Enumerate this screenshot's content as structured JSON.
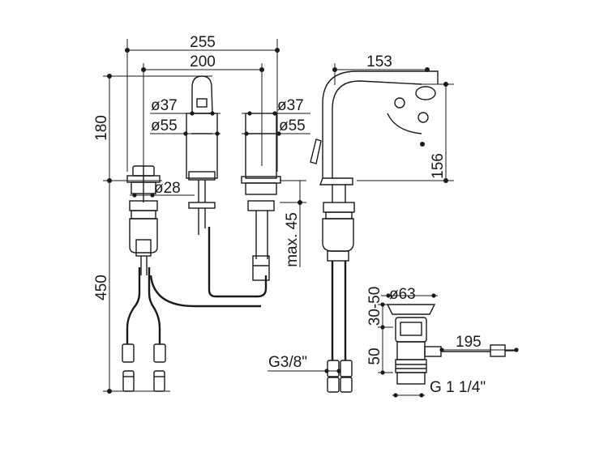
{
  "dimensions": {
    "total_width": "255",
    "center_distance": "200",
    "spout_reach": "153",
    "spout_height": "156",
    "body_height": "180",
    "pipe_length": "450",
    "handle_base_dia": "ø28",
    "left_valve_dia_top": "ø37",
    "left_valve_dia_base": "ø55",
    "right_valve_dia_top": "ø37",
    "right_valve_dia_base": "ø55",
    "max_deck": "max. 45",
    "waste_dia": "ø63",
    "waste_adjust": "30-50",
    "waste_body": "50",
    "rod_length": "195",
    "hose_thread": "G3/8\"",
    "waste_thread": "G 1 1/4\""
  }
}
